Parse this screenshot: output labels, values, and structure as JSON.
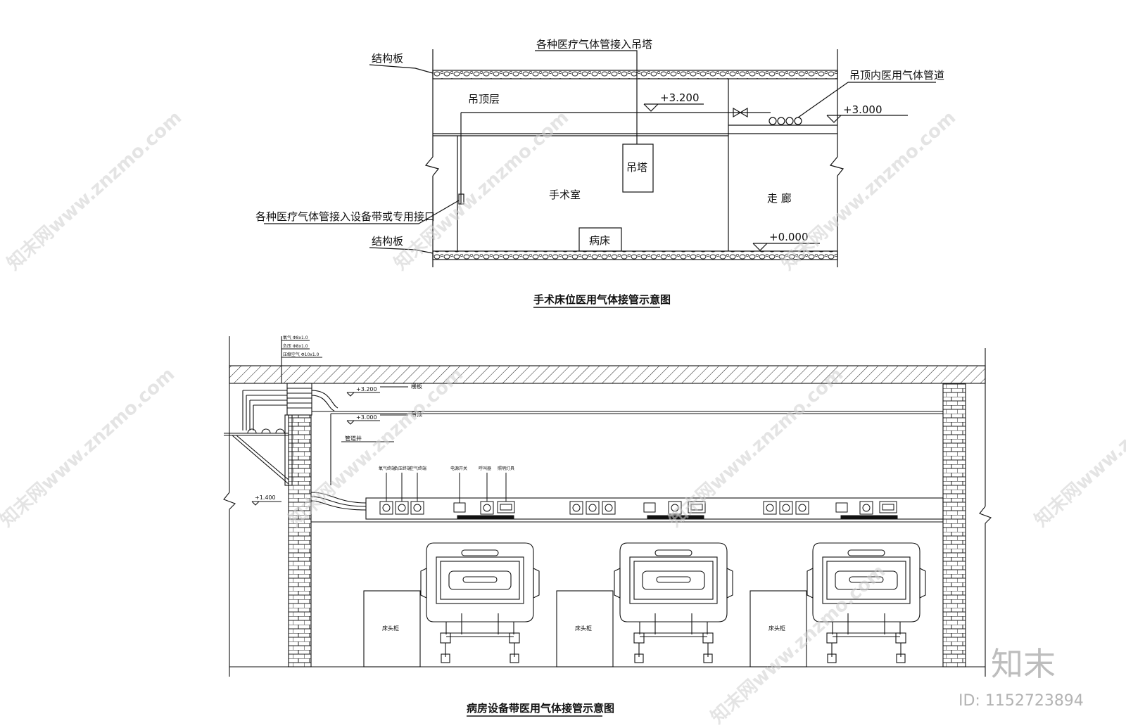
{
  "diagram_top": {
    "title": "手术床位医用气体接管示意图",
    "labels": {
      "gas_to_pendant": "各种医疗气体管接入吊塔",
      "slab_upper": "结构板",
      "slab_lower": "结构板",
      "ceiling_layer": "吊顶层",
      "ceiling_pipe": "吊顶内医用气体管道",
      "elev_3200": "+3.200",
      "elev_3000": "+3.000",
      "elev_0000": "+0.000",
      "pendant": "吊塔",
      "or_room": "手术室",
      "corridor": "走 廊",
      "gas_to_band": "各种医疗气体管接入设备带或专用接口",
      "bed": "病床"
    }
  },
  "diagram_bottom": {
    "title": "病房设备带医用气体接管示意图",
    "pipe_specs": [
      "氧气 Φ8x1.0",
      "负压 Φ8x1.0",
      "压缩空气 Φ10x1.0"
    ],
    "labels": {
      "elev_3200": "+3.200",
      "elev_3000": "+3.000",
      "elev_1400": "+1.400",
      "floor_slab": "楼板",
      "ceiling": "吊顶",
      "pipe_well": "管道井",
      "cabinet": "床头柜",
      "band_items": [
        "氧气终端",
        "负压终端",
        "空气终端",
        "电源开关",
        "呼叫器",
        "照明灯具"
      ]
    }
  },
  "watermarks": [
    "知末网www.znzmo.com",
    "知末网www.znzmo.com",
    "知末网www.znzmo.com",
    "知末网www.znzmo.com",
    "知末网www.znzmo.com",
    "知末网www.znzmo.com",
    "知末网www.znzmo.com",
    "知末网www.znzmo.com"
  ],
  "brand": {
    "logo": "知末",
    "id": "ID: 1152723894"
  }
}
